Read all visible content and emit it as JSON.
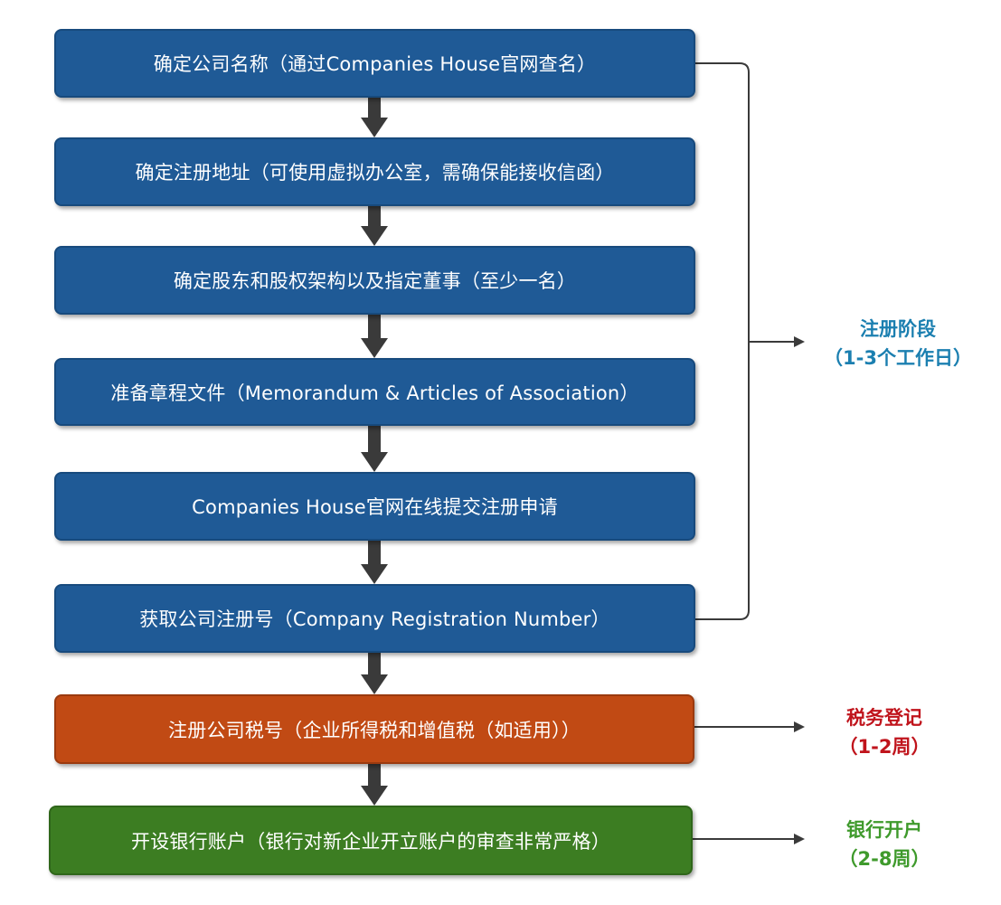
{
  "steps": [
    {
      "text": "确定公司名称（通过Companies House官网查名）",
      "color": "blue"
    },
    {
      "text": "确定注册地址（可使用虚拟办公室，需确保能接收信函）",
      "color": "blue"
    },
    {
      "text": "确定股东和股权架构以及指定董事（至少一名）",
      "color": "blue"
    },
    {
      "text": "准备章程文件（Memorandum & Articles of Association）",
      "color": "blue"
    },
    {
      "text": "Companies House官网在线提交注册申请",
      "color": "blue"
    },
    {
      "text": "获取公司注册号（Company Registration Number）",
      "color": "blue"
    },
    {
      "text": "注册公司税号（企业所得税和增值税（如适用））",
      "color": "orange"
    },
    {
      "text": "开设银行账户（银行对新企业开立账户的审查非常严格）",
      "color": "green"
    }
  ],
  "stages": {
    "registration": {
      "name": "注册阶段",
      "duration": "（1-3个工作日）",
      "color": "#1b7fb0"
    },
    "tax": {
      "name": "税务登记",
      "duration": "（1-2周）",
      "color": "#c0141c"
    },
    "bank": {
      "name": "银行开户",
      "duration": "（2-8周）",
      "color": "#3f9a2c"
    }
  },
  "colors": {
    "step_blue": "#1f5a96",
    "step_orange": "#c14a14",
    "step_green": "#3c7d22",
    "connector": "#333333"
  }
}
